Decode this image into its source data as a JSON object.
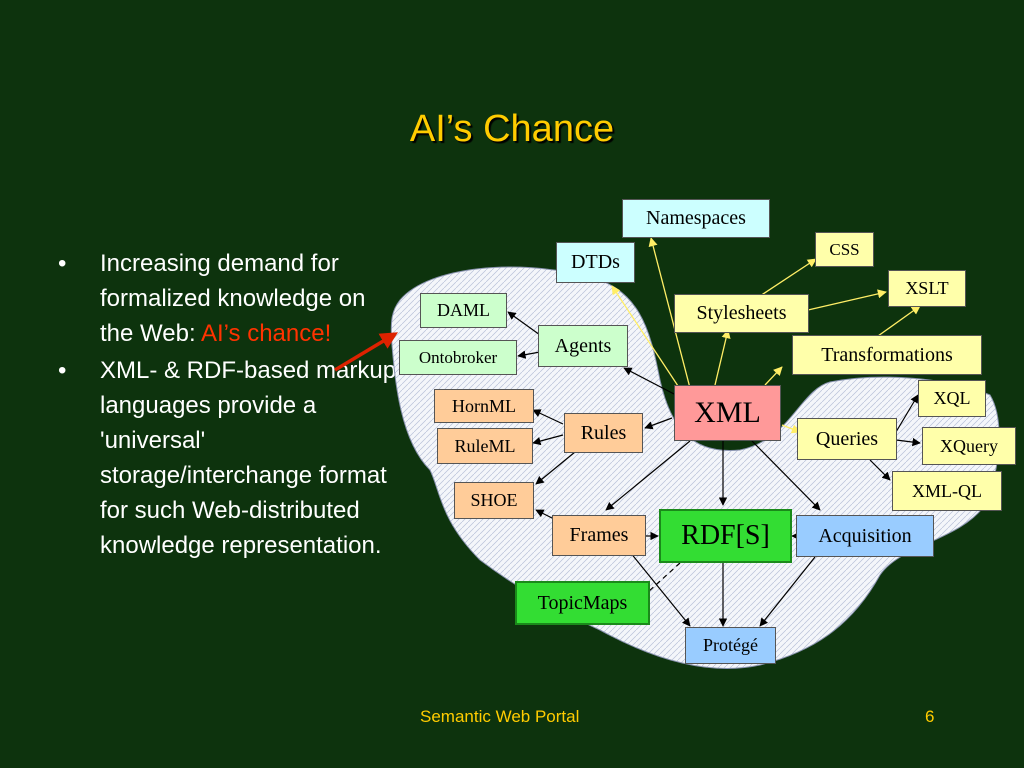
{
  "slide": {
    "title": "AI’s Chance",
    "bullets": [
      {
        "marker": "•",
        "text_before": "Increasing demand for formalized knowledge on  the Web: ",
        "highlight": "AI’s chance!"
      },
      {
        "marker": "•",
        "text": "XML- & RDF-based markup languages provide a 'universal' storage/interchange format for such Web-distributed knowledge representation."
      }
    ],
    "footer": {
      "left": "Semantic Web Portal",
      "page": "6"
    }
  },
  "diagram": {
    "nodes": {
      "namespaces": "Namespaces",
      "dtds": "DTDs",
      "css": "CSS",
      "xslt": "XSLT",
      "stylesheets": "Stylesheets",
      "transformations": "Transformations",
      "daml": "DAML",
      "agents": "Agents",
      "ontobroker": "Ontobroker",
      "hornml": "HornML",
      "ruleml": "RuleML",
      "rules": "Rules",
      "xml": "XML",
      "xql": "XQL",
      "queries": "Queries",
      "xquery": "XQuery",
      "xmlql": "XML-QL",
      "shoe": "SHOE",
      "frames": "Frames",
      "rdfs": "RDF[S]",
      "acquisition": "Acquisition",
      "topicmaps": "TopicMaps",
      "protege": "Protégé"
    },
    "colors": {
      "background": "#0d330d",
      "title": "#ffcc00",
      "highlight": "#ff3300",
      "cloud": "#eef2f8"
    }
  }
}
